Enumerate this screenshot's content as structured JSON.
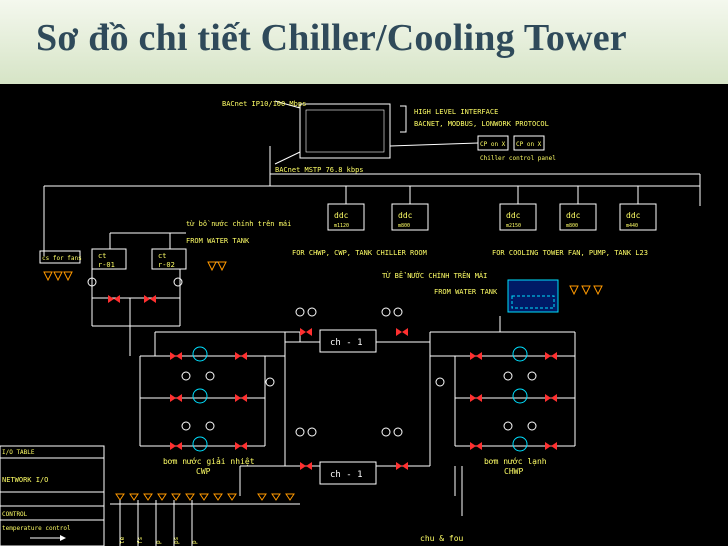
{
  "slide": {
    "title": "Sơ đồ chi tiết Chiller/Cooling Tower"
  },
  "colors": {
    "background": "#000000",
    "title_bg": "#e8f0dc",
    "title_text": "#2f4a5a",
    "pipe": "#ffffff",
    "valve": "#ff3030",
    "label": "#ffff66",
    "equipment": "#00e0ff",
    "signal": "#ff9900"
  },
  "diagram": {
    "network": {
      "top_bus_label": "BACnet IP10/100 Mbps",
      "bottom_bus_label": "BACnet MSTP 76.8 kbps",
      "interface_line1": "HIGH LEVEL INTERFACE",
      "interface_line2": "BACNET, MODBUS, LONWORK PROTOCOL",
      "cp_left": "CP on X",
      "cp_right": "CP on X",
      "chiller_panel": "Chiller control panel"
    },
    "ddc_controllers": [
      {
        "label": "ddc",
        "model": "m1120"
      },
      {
        "label": "ddc",
        "model": "m800"
      },
      {
        "label": "ddc",
        "model": "m2150"
      },
      {
        "label": "ddc",
        "model": "m800"
      },
      {
        "label": "ddc",
        "model": "m440"
      }
    ],
    "ddc_group_left": "FOR CHWP, CWP, TANK CHILLER ROOM",
    "ddc_group_right": "FOR COOLING TOWER FAN, PUMP, TANK L23",
    "water_tank_left_vn": "từ bồ nước chính trên mái",
    "water_tank_left_en": "FROM WATER TANK",
    "water_tank_right_vn": "TỪ BỂ NƯỚC CHÍNH TRÊN MÁI",
    "water_tank_right_en": "FROM WATER TANK",
    "fans_label": "cs for fans",
    "tank_blocks": [
      {
        "top": "ct",
        "bottom": "r-01"
      },
      {
        "top": "ct",
        "bottom": "r-02"
      }
    ],
    "chillers": [
      "ch - 1",
      "ch - 1"
    ],
    "cwp_label_vn": "bơm nước giải nhiệt",
    "cwp_label": "CWP",
    "chwp_label_vn": "bơm nước lạnh",
    "chwp_label": "CHWP",
    "chws_label": "chu & fou",
    "io_table_title": "I/O TABLE",
    "io_rows": [
      "NETWORK I/O",
      "CONTROL",
      "temperature control"
    ],
    "sensor_tags": [
      "te",
      "fs",
      "p",
      "ps",
      "p"
    ]
  }
}
